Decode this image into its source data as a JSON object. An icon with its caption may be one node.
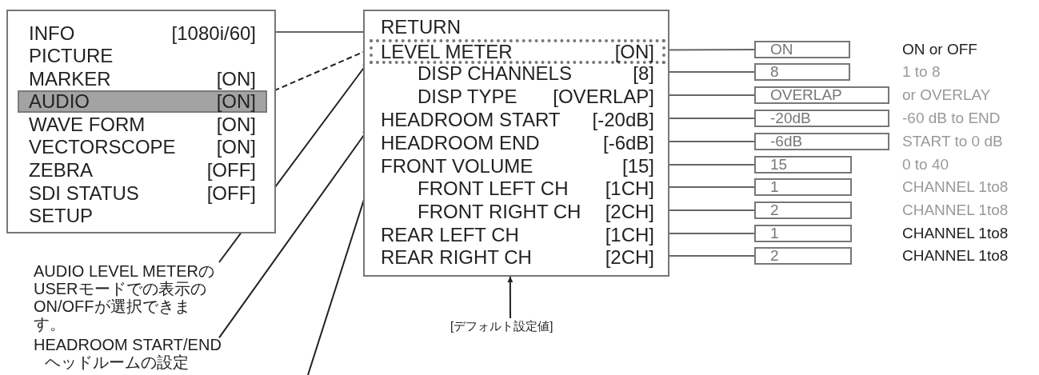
{
  "diagram": {
    "nodes": [
      {
        "text": [],
        "shape": "box"
      },
      {
        "text": [
          "INFO",
          "[1080i/60]"
        ],
        "in": 0
      },
      {
        "text": [
          "PICTURE"
        ],
        "in": 0
      },
      {
        "text": [
          "MARKER",
          "[ON]"
        ],
        "in": 0
      },
      {
        "text": [
          "AUDIO",
          "[ON]"
        ],
        "in": 0
      },
      {
        "text": [
          "WAVE FORM",
          "[ON]"
        ],
        "in": 0
      },
      {
        "text": [
          "VECTORSCOPE",
          "[ON]"
        ],
        "in": 0
      },
      {
        "text": [
          "ZEBRA",
          "[OFF]"
        ],
        "in": 0
      },
      {
        "text": [
          "SDI STATUS",
          "[OFF]"
        ],
        "in": 0
      },
      {
        "text": [
          "SETUP"
        ],
        "in": 0
      },
      {
        "text": [],
        "shape": "box"
      },
      {
        "text": [
          "RETURN"
        ],
        "in": 10
      },
      {
        "text": [
          "LEVEL METER",
          "[ON]"
        ],
        "in": 10
      },
      {
        "text": [
          "DISP CHANNELS",
          "[8]"
        ],
        "in": 10
      },
      {
        "text": [
          "DISP TYPE",
          "[OVERLAP]"
        ],
        "in": 10
      },
      {
        "text": [
          "HEADROOM START",
          "[-20dB]"
        ],
        "in": 10
      },
      {
        "text": [
          "HEADROOM END",
          "[-6dB]"
        ],
        "in": 10
      },
      {
        "text": [
          "FRONT VOLUME",
          "[15]"
        ],
        "in": 10
      },
      {
        "text": [
          "FRONT LEFT CH",
          "[1CH]"
        ],
        "in": 10
      },
      {
        "text": [
          "FRONT RIGHT CH",
          "[2CH]"
        ],
        "in": 10
      },
      {
        "text": [
          "REAR LEFT CH",
          "[1CH]"
        ],
        "in": 10
      },
      {
        "text": [
          "REAR RIGHT CH",
          "[2CH]"
        ],
        "in": 10
      },
      {
        "text": [
          "ON"
        ]
      },
      {
        "text": [
          "8"
        ]
      },
      {
        "text": [
          "OVERLAP"
        ]
      },
      {
        "text": [
          "-20dB"
        ]
      },
      {
        "text": [
          "-6dB"
        ]
      },
      {
        "text": [
          "15"
        ]
      },
      {
        "text": [
          "1"
        ]
      },
      {
        "text": [
          "2"
        ]
      },
      {
        "text": [
          "1"
        ]
      },
      {
        "text": [
          "2"
        ]
      },
      {
        "text": [
          "AUDIO LEVEL METERのUSERモードでの表示のON/OFFが選択できます。"
        ]
      },
      {
        "text": [
          "HEADROOM START/END",
          "ヘッドルームの設定"
        ]
      },
      {
        "text": [
          "[デフォルト設定値]"
        ]
      }
    ],
    "edges": [
      {
        "from": 0,
        "to": 10,
        "arrow": "none"
      },
      {
        "from": 12,
        "to": 4,
        "arrow": "to",
        "style": "dashed"
      },
      {
        "from": 12,
        "to": 22,
        "arrow": "none"
      },
      {
        "from": 13,
        "to": 23,
        "arrow": "none"
      },
      {
        "from": 14,
        "to": 24,
        "arrow": "none"
      },
      {
        "from": 15,
        "to": 25,
        "arrow": "none"
      },
      {
        "from": 16,
        "to": 26,
        "arrow": "none"
      },
      {
        "from": 17,
        "to": 27,
        "arrow": "none"
      },
      {
        "from": 18,
        "to": 28,
        "arrow": "none"
      },
      {
        "from": 19,
        "to": 29,
        "arrow": "none"
      },
      {
        "from": 20,
        "to": 30,
        "arrow": "none"
      },
      {
        "from": 21,
        "to": 31,
        "arrow": "none"
      },
      {
        "from": 32,
        "to": 12,
        "arrow": "to"
      },
      {
        "from": 33,
        "to": 15,
        "arrow": "to"
      },
      {
        "from": null,
        "to": 18,
        "arrow": "to"
      },
      {
        "from": 34,
        "to": 10,
        "arrow": "to"
      }
    ],
    "labels": [
      "ON or OFF",
      "1 to 8",
      "or OVERLAY",
      "-60 dB to END",
      "START to 0 dB",
      "0 to 40",
      "CHANNEL 1to8",
      "CHANNEL 1to8",
      "CHANNEL 1to8",
      "CHANNEL 1to8"
    ]
  }
}
